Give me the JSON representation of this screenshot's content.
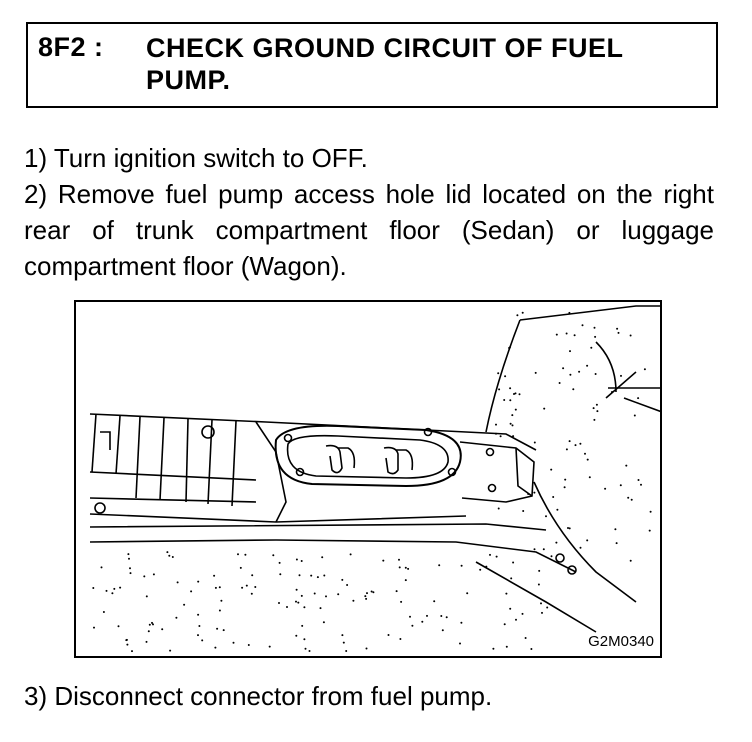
{
  "header": {
    "step_code": "8F2 :",
    "title": "CHECK GROUND CIRCUIT OF FUEL PUMP."
  },
  "steps": [
    "1)  Turn ignition switch to OFF.",
    "2)  Remove fuel pump access hole lid located on the right rear of trunk compartment floor (Sedan) or luggage compartment floor (Wagon).",
    "3)  Disconnect connector from fuel pump."
  ],
  "figure": {
    "label": "G2M0340"
  }
}
